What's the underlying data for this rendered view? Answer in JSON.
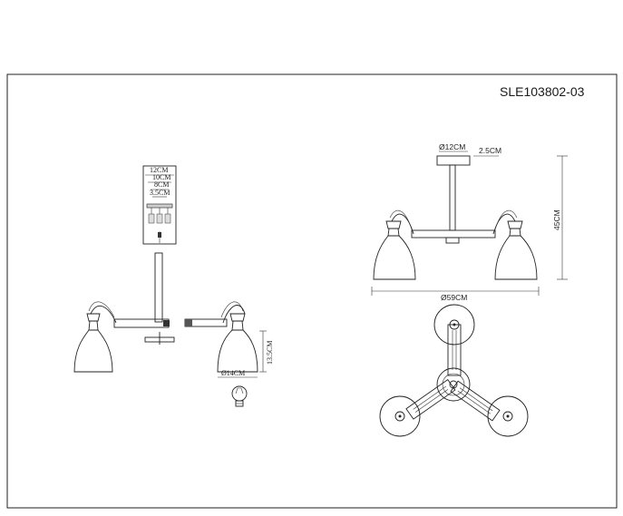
{
  "sheet": {
    "model_code": "SLE103802-03"
  },
  "exploded_view": {
    "dims": {
      "canopy_outer": "12CM",
      "canopy_inner": "10CM",
      "bracket": "8CM",
      "screw_spacing": "3.5CM",
      "shade_diameter": "Ø14CM",
      "shade_height": "13.5CM"
    }
  },
  "front_view": {
    "dims": {
      "canopy_diameter": "Ø12CM",
      "canopy_height": "2.5CM",
      "total_height": "45CM",
      "total_width": "Ø59CM"
    }
  }
}
